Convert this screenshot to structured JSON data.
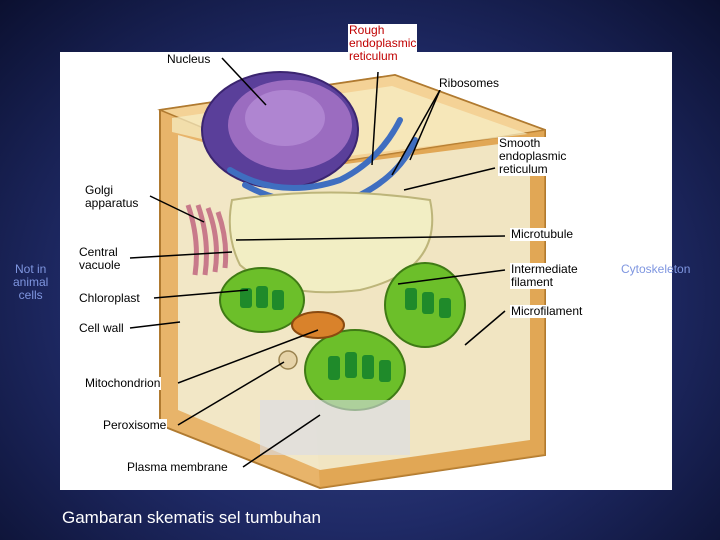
{
  "labels": {
    "nucleus": "Nucleus",
    "rough_er": "Rough\nendoplasmic\nreticulum",
    "ribosomes": "Ribosomes",
    "smooth_er": "Smooth\nendoplasmic\nreticulum",
    "golgi": "Golgi\napparatus",
    "microtubule": "Microtubule",
    "central_vacuole": "Central\nvacuole",
    "intermediate_filament": "Intermediate\nfilament",
    "chloroplast": "Chloroplast",
    "microfilament": "Microfilament",
    "cell_wall": "Cell wall",
    "mitochondrion": "Mitochondrion",
    "peroxisome": "Peroxisome",
    "plasma_membrane": "Plasma membrane",
    "not_in_animal": "Not in\nanimal\ncells",
    "cytoskeleton": "Cytoskeleton"
  },
  "caption": "Gambaran skematis sel tumbuhan",
  "colors": {
    "background": "#1f2a66",
    "cell_wall": "#e8b46a",
    "nucleus": "#8a5aa8",
    "er": "#4a78c4",
    "chloroplast": "#6cbf2a",
    "golgi": "#c87a8a",
    "vacuole": "#f0ecc8",
    "mitochondrion": "#d9822b",
    "accent_red": "#c00000"
  }
}
